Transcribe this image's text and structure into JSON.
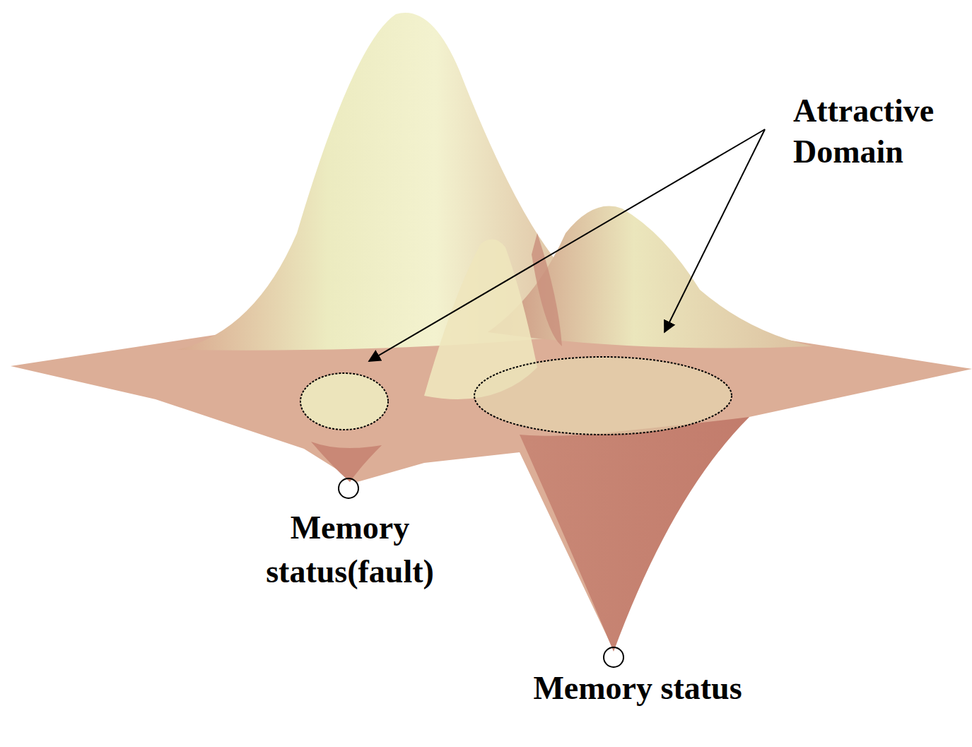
{
  "diagram": {
    "labels": [
      "Attractive Domain",
      "Memory status(fault)",
      "Memory status"
    ]
  }
}
